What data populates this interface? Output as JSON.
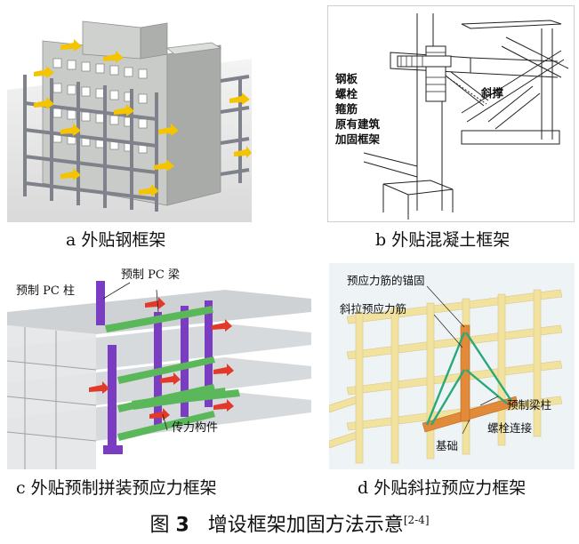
{
  "panel_a": {
    "caption": "a  外贴钢框架"
  },
  "panel_b": {
    "caption": "b 外贴混凝土框架",
    "labels": [
      "钢板",
      "螺栓",
      "箍筋",
      "原有建筑",
      "加固框架"
    ],
    "brace_label": "斜撑"
  },
  "panel_c": {
    "caption": "c  外贴预制拼装预应力框架",
    "column_label": "预制 PC 柱",
    "beam_label": "预制 PC 梁",
    "member_label": "传力构件"
  },
  "panel_d": {
    "caption": "d 外贴斜拉预应力框架",
    "anchor_label": "预应力筋的锚固",
    "tendon_label": "斜拉预应力筋",
    "beam_column_label": "预制梁柱",
    "bolt_label": "螺栓连接",
    "foundation_label": "基础"
  },
  "figure": {
    "prefix": "图",
    "number": "3",
    "title": "增设框架加固方法示意",
    "ref": "[2-4]"
  },
  "colors": {
    "steel_frame": "#8d9098",
    "building": "#c4c6c3",
    "arrow_yellow": "#f5c400",
    "pc_column": "#7a3cc0",
    "pc_beam": "#5ab85a",
    "arrow_red": "#e23a2a",
    "frame_d": "#f2e2a0",
    "tendon": "#2aa87a",
    "foundation": "#e08a3a"
  }
}
